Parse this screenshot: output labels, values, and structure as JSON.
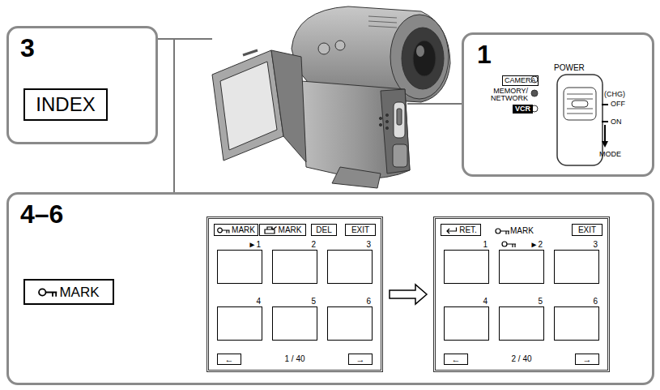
{
  "diagram": {
    "nodes": [
      {
        "text": [
          "3"
        ]
      },
      {
        "text": [
          "INDEX"
        ],
        "in": 0
      },
      {
        "text": [
          "1"
        ]
      },
      {
        "text": [
          "4–6"
        ]
      },
      {
        "text": [
          "MARK"
        ],
        "in": 3
      },
      {
        "text": [
          "1 / 40"
        ],
        "in": 3
      },
      {
        "text": [
          "MARK"
        ],
        "in": 5
      },
      {
        "text": [
          "MARK"
        ],
        "in": 5
      },
      {
        "text": [
          "DEL"
        ],
        "in": 5
      },
      {
        "text": [
          "EXIT"
        ],
        "in": 5
      },
      {
        "text": [
          "►1"
        ],
        "in": 5
      },
      {
        "text": [
          "2"
        ],
        "in": 5
      },
      {
        "text": [
          "3"
        ],
        "in": 5
      },
      {
        "text": [
          "4"
        ],
        "in": 5
      },
      {
        "text": [
          "5"
        ],
        "in": 5
      },
      {
        "text": [
          "6"
        ],
        "in": 5
      },
      {
        "text": [
          "←"
        ],
        "in": 5
      },
      {
        "text": [
          "→"
        ],
        "in": 5
      },
      {
        "text": [
          "MARK",
          "2 / 40"
        ],
        "in": 3
      },
      {
        "text": [
          "RET."
        ],
        "in": 18
      },
      {
        "text": [
          "EXIT"
        ],
        "in": 18
      },
      {
        "text": [
          "1"
        ],
        "in": 18
      },
      {
        "text": [
          "►2"
        ],
        "in": 18
      },
      {
        "text": [
          "3"
        ],
        "in": 18
      },
      {
        "text": [
          "4"
        ],
        "in": 18
      },
      {
        "text": [
          "5"
        ],
        "in": 18
      },
      {
        "text": [
          "6"
        ],
        "in": 18
      },
      {
        "text": [
          "←"
        ],
        "in": 18
      },
      {
        "text": [
          "→"
        ],
        "in": 18
      }
    ],
    "edges": [
      {
        "from": 5,
        "to": 18,
        "arrow": "to"
      }
    ],
    "labels": [
      "POWER",
      "CAMERA",
      "MEMORY/ NETWORK",
      "VCR",
      "(CHG)",
      "OFF",
      "ON",
      "MODE"
    ]
  }
}
